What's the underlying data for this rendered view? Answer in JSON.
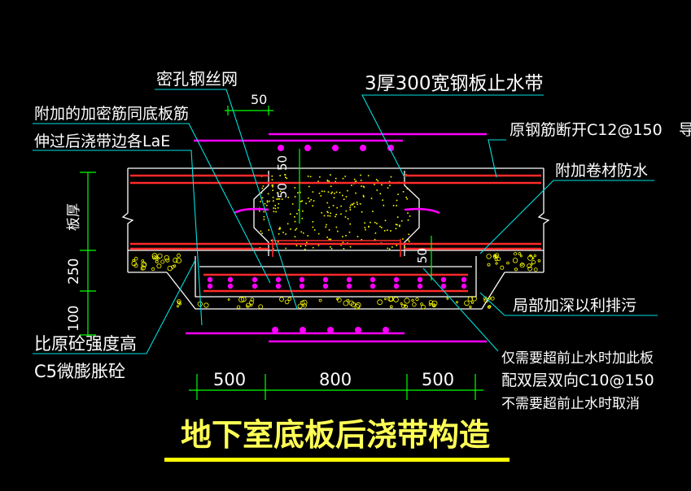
{
  "colors": {
    "background": "#000000",
    "leader": "#00e0e0",
    "label": "#ffffff",
    "rebar_main": "#ff2a2a",
    "rebar_extra": "#ff00ff",
    "concrete": "#ffffff",
    "dim": "#ffffff",
    "dim_tick": "#00ff00",
    "aggregate": "#ffff00",
    "title": "#ffff55",
    "underline": "#ffff00"
  },
  "labels": {
    "mesh": "密孔钢丝网",
    "waterstop": "3厚300宽钢板止水带",
    "extra_rebar_1": "附加的加密筋同底板筋",
    "extra_rebar_2": "伸过后浇带边各LaE",
    "orig_rebar": "原钢筋断开C12@150",
    "membrane": "附加卷材防水",
    "deepen": "局部加深以利排污",
    "concrete_1": "比原砼强度高",
    "concrete_2": "C5微膨胀砼",
    "note_1": "仅需要超前止水时加此板",
    "note_2": "配双层双向C10@150",
    "note_3": "不需要超前止水时取消",
    "edge_mark": "导"
  },
  "dimensions": {
    "top": "50",
    "v1": "50",
    "v2": "50",
    "v3": "50",
    "thickness": "板厚",
    "slab": "250",
    "base": "100",
    "h1": "500",
    "h2": "800",
    "h3": "500"
  },
  "title": "地下室底板后浇带构造"
}
